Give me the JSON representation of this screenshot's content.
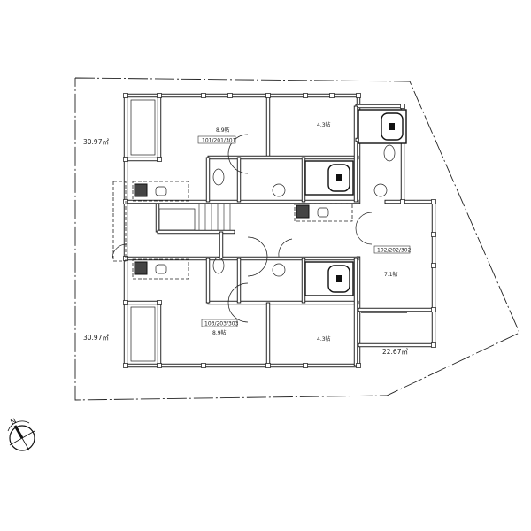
{
  "plan": {
    "site_areas": [
      "30.97㎡",
      "30.97㎡",
      "22.67㎡"
    ],
    "units": [
      {
        "number": "101/201/301",
        "rooms": [
          "8.9帖",
          "4.3帖"
        ]
      },
      {
        "number": "102/202/302",
        "rooms": [
          "7.1帖"
        ]
      },
      {
        "number": "103/203/303",
        "rooms": [
          "8.9帖",
          "4.3帖"
        ]
      }
    ],
    "compass_label": "N"
  }
}
